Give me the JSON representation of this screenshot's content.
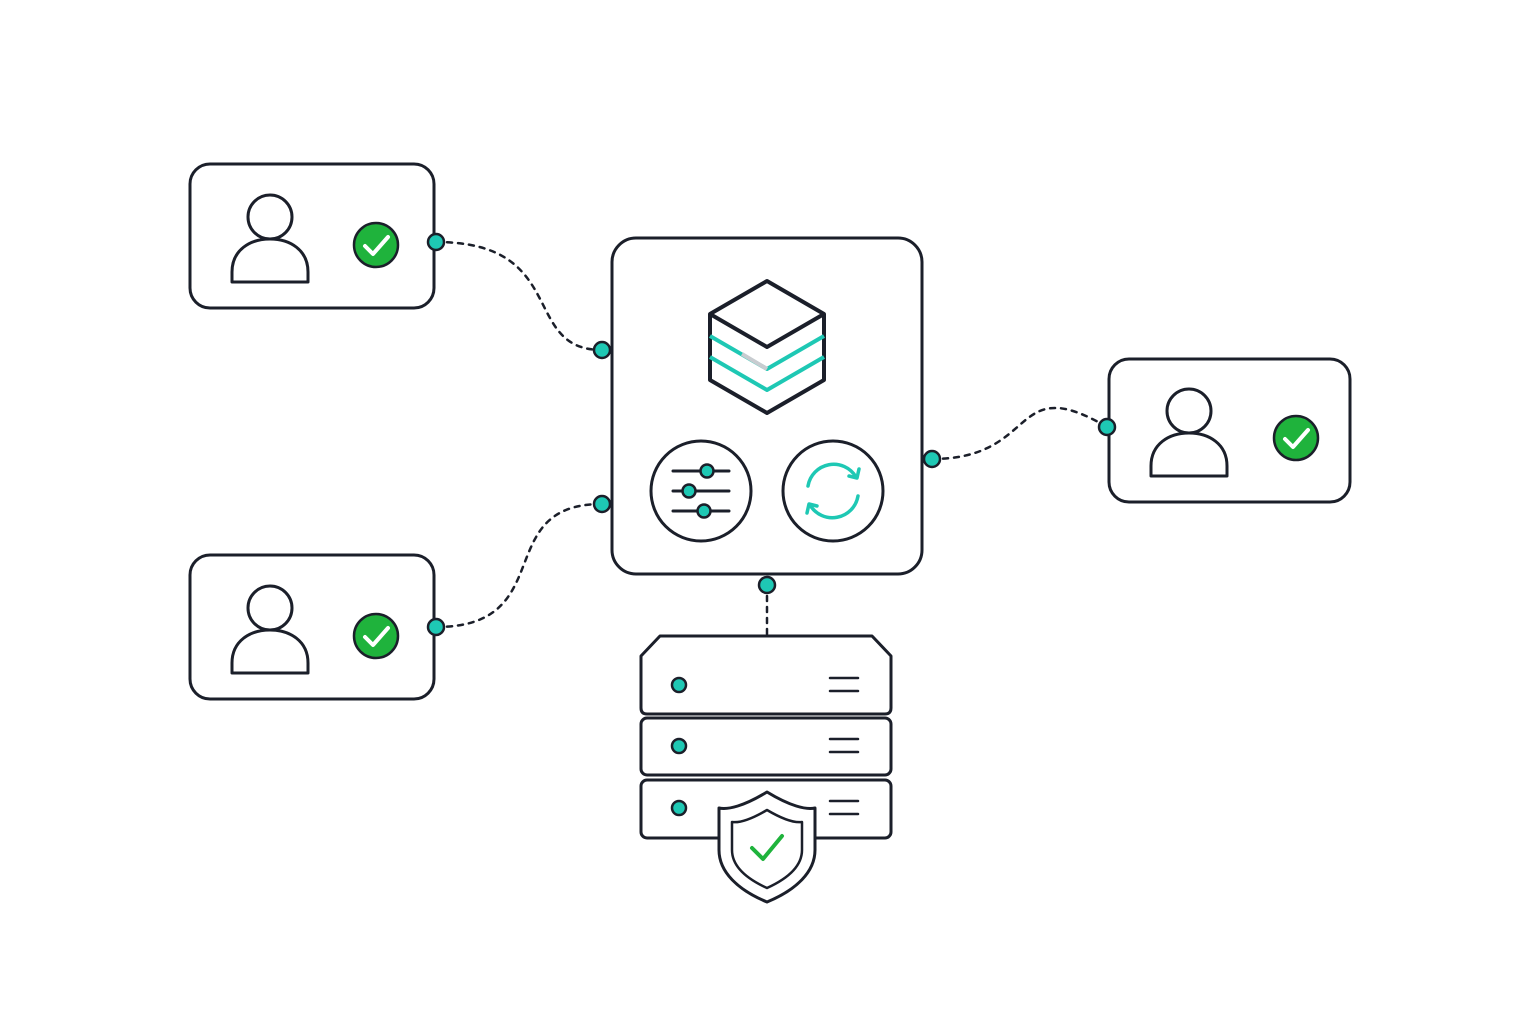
{
  "colors": {
    "stroke": "#1b1f2a",
    "accent": "#1ec8b4",
    "check": "#1fb33c",
    "light_gray": "#c8ccd0",
    "background": "#ffffff"
  },
  "nodes": {
    "users": [
      {
        "id": "user-top-left",
        "icon": "user-icon",
        "status_icon": "check-badge-icon",
        "status": "verified"
      },
      {
        "id": "user-bottom-left",
        "icon": "user-icon",
        "status_icon": "check-badge-icon",
        "status": "verified"
      },
      {
        "id": "user-right",
        "icon": "user-icon",
        "status_icon": "check-badge-icon",
        "status": "verified"
      }
    ],
    "hub": {
      "icons": [
        "stacked-cube-icon",
        "sliders-icon",
        "sync-icon"
      ]
    },
    "server": {
      "units": 3,
      "icons": [
        "server-rack-icon",
        "shield-check-icon"
      ]
    }
  },
  "connections": [
    {
      "from": "user-top-left",
      "to": "hub",
      "style": "dashed"
    },
    {
      "from": "user-bottom-left",
      "to": "hub",
      "style": "dashed"
    },
    {
      "from": "hub",
      "to": "user-right",
      "style": "dashed"
    },
    {
      "from": "hub",
      "to": "server",
      "style": "dashed"
    }
  ]
}
